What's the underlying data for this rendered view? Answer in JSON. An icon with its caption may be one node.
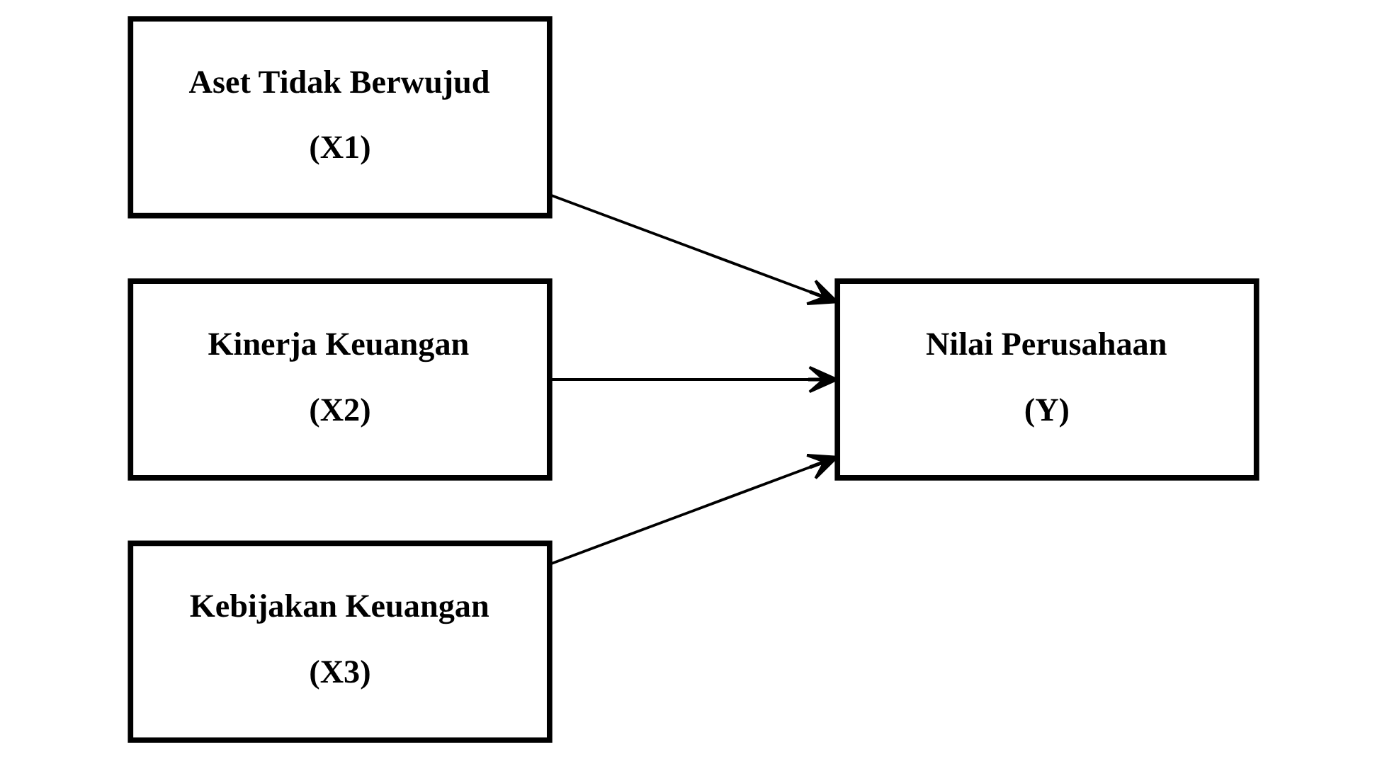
{
  "diagram": {
    "nodes": [
      {
        "text": [
          "Aset Tidak Berwujud",
          "(X1)"
        ]
      },
      {
        "text": [
          "Kinerja Keuangan",
          "(X2)"
        ]
      },
      {
        "text": [
          "Kebijakan Keuangan",
          "(X3)"
        ]
      },
      {
        "text": [
          "Nilai Perusahaan",
          "(Y)"
        ]
      }
    ],
    "edges": [
      {
        "from": 0,
        "to": 3,
        "arrow": "to"
      },
      {
        "from": 1,
        "to": 3,
        "arrow": "to"
      },
      {
        "from": 2,
        "to": 3,
        "arrow": "to"
      }
    ]
  }
}
